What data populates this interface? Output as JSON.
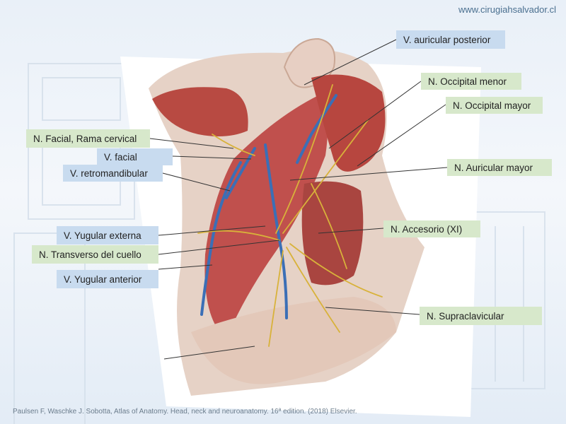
{
  "site": {
    "url": "www.cirugiahsalvador.cl"
  },
  "labels": {
    "v_auricular_posterior": "V. auricular posterior",
    "n_occipital_menor": "N. Occipital menor",
    "n_occipital_mayor": "N. Occipital mayor",
    "n_facial_rama_cervical": "N. Facial, Rama cervical",
    "v_facial": "V. facial",
    "v_retromandibular": "V. retromandibular",
    "n_auricular_mayor": "N. Auricular mayor",
    "v_yugular_externa": "V. Yugular externa",
    "n_accesorio": "N. Accesorio (XI)",
    "n_transverso_cuello": "N. Transverso del cuello",
    "v_yugular_anterior": "V. Yugular anterior",
    "n_supraclavicular": "N. Supraclavicular"
  },
  "citation": "Paulsen F, Waschke J. Sobotta, Atlas of Anatomy. Head, neck and neuroanatomy. 16ª edition. (2018) Elsevier.",
  "colors": {
    "label_nerve_bg": "#d7e8cb",
    "label_vein_bg": "#c8dbef",
    "muscle": "#c0504d",
    "vein": "#3b6fb6",
    "nerve": "#d8b23a"
  }
}
